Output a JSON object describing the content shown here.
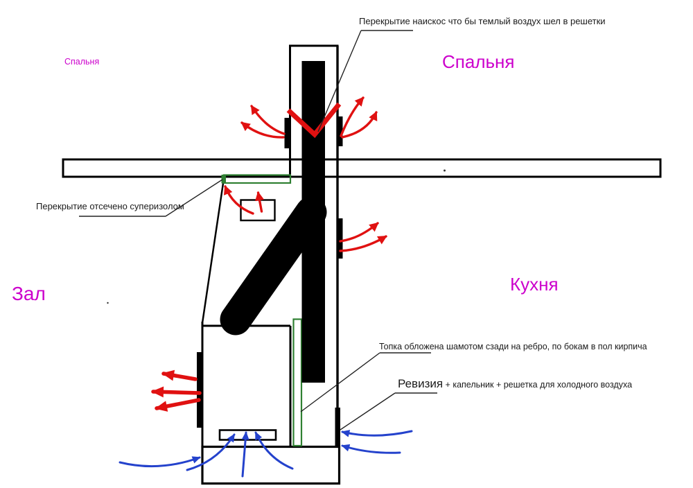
{
  "colors": {
    "magenta": "#cc00cc",
    "red": "#e01111",
    "blue": "#2442cc",
    "green": "#2f8032",
    "ink": "#1a1a1a"
  },
  "labels": {
    "top_note": "Перекрытие наискос что бы темлый воздух шел в решетки",
    "bedroom_small": "Спальня",
    "bedroom_large": "Спальня",
    "hall": "Зал",
    "kitchen": "Кухня",
    "ceiling_note": "Перекрытие отсечено суперизолом",
    "firebox_note": "Топка обложена шамотом сзади на ребро, по бокам в пол кирпича",
    "revision_title": "Ревизия",
    "revision_rest": " + капельник + решетка для холодного воздуха"
  }
}
